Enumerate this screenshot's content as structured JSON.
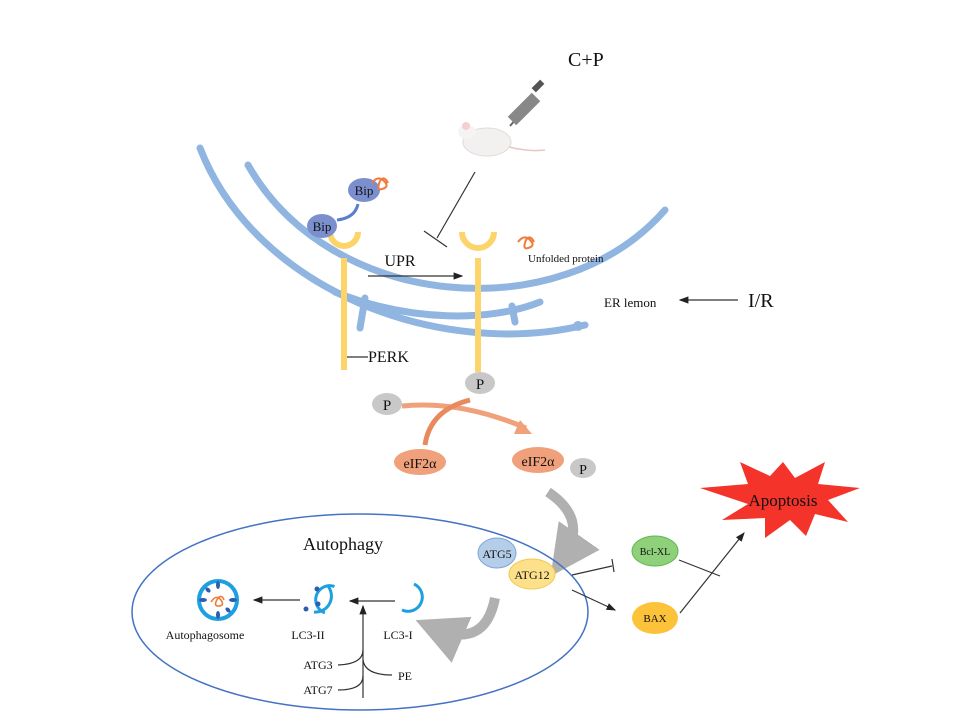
{
  "labels": {
    "treatment": "C+P",
    "upr": "UPR",
    "unfolded_protein": "Unfolded protein",
    "er_lemon": "ER lemon",
    "ir": "I/R",
    "perk": "PERK",
    "bip_top": "Bip",
    "bip_bottom": "Bip",
    "p_receptor": "P",
    "p_free": "P",
    "eif2a_left": "eIF2α",
    "eif2a_right": "eIF2α",
    "p_eif2a": "P",
    "autophagy": "Autophagy",
    "atg5": "ATG5",
    "atg12": "ATG12",
    "bcl_xl": "Bcl-XL",
    "bax": "BAX",
    "apoptosis": "Apoptosis",
    "autophagosome": "Autophagosome",
    "lc3_ii": "LC3-II",
    "lc3_i": "LC3-I",
    "atg3": "ATG3",
    "atg7": "ATG7",
    "pe": "PE"
  },
  "colors": {
    "er_membrane": "#8fb5e0",
    "receptor": "#fdd46a",
    "bip": "#7b8fcf",
    "phosphate": "#c8c8c8",
    "eif2a": "#f0a07a",
    "atg5": "#b4cde8",
    "atg12": "#fde08a",
    "bcl_xl": "#8fd07a",
    "bax": "#fbc23a",
    "apoptosis": "#f4332a",
    "autophagy_border": "#4472c4",
    "lc3": "#1ea0e0"
  }
}
